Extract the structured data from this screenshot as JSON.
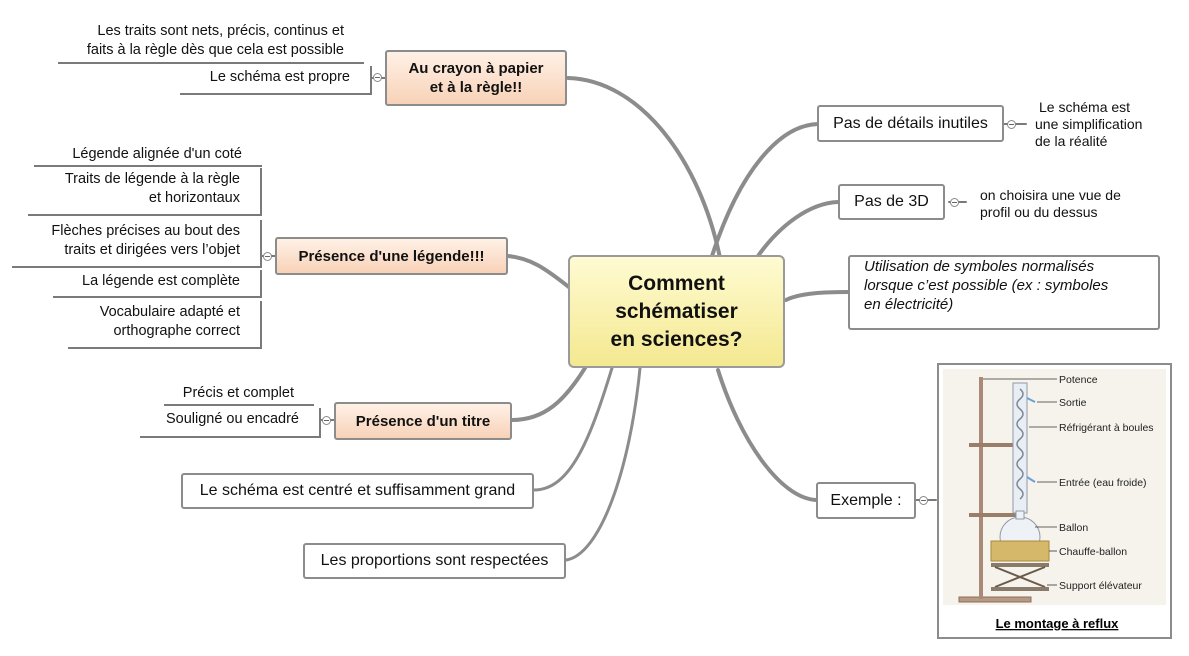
{
  "central": {
    "line1": "Comment",
    "line2": "schématiser",
    "line3": "en sciences?"
  },
  "crayon": {
    "title_line1": "Au crayon à papier",
    "title_line2": "et à la règle!!",
    "leaf_traits_line1": "Les traits sont nets, précis, continus et",
    "leaf_traits_line2": "faits à la règle dès que cela est possible",
    "leaf_propre": "Le schéma est propre"
  },
  "legende": {
    "title": "Présence d'une légende!!!",
    "leaves": [
      {
        "line1": "Légende alignée d'un coté",
        "line2": ""
      },
      {
        "line1": "Traits de légende à la règle",
        "line2": "et horizontaux"
      },
      {
        "line1": "Flèches précises au bout des",
        "line2": "traits et dirigées vers l’objet"
      },
      {
        "line1": "La légende est complète",
        "line2": ""
      },
      {
        "line1": "Vocabulaire adapté et",
        "line2": "orthographe correct"
      }
    ]
  },
  "titre": {
    "title": "Présence d'un titre",
    "leaf_precis": "Précis et complet",
    "leaf_souligne": "Souligné ou encadré"
  },
  "centre": "Le schéma est centré et suffisamment grand",
  "proportions": "Les proportions sont respectées",
  "details": {
    "title": "Pas de détails inutiles",
    "note_line1": "Le schéma est",
    "note_line2": "une simplification",
    "note_line3": "de la réalité"
  },
  "no3d": {
    "title": "Pas de 3D",
    "note_line1": "on choisira une vue de",
    "note_line2": "profil ou du dessus"
  },
  "symboles": {
    "line1": "Utilisation de symboles normalisés",
    "line2": "lorsque c’est possible (ex : symboles",
    "line3": "en électricité)"
  },
  "exemple": {
    "title": "Exemple :",
    "labels": {
      "potence": "Potence",
      "sortie": "Sortie",
      "refrigerant": "Réfrigérant à boules",
      "entree": "Entrée (eau froide)",
      "ballon": "Ballon",
      "chauffe": "Chauffe-ballon",
      "support": "Support élévateur"
    },
    "caption": "Le montage à reflux"
  },
  "colors": {
    "branch": "#8c8c8c",
    "orange_fill": "#f8d2b8",
    "central_fill": "#f4e890"
  }
}
